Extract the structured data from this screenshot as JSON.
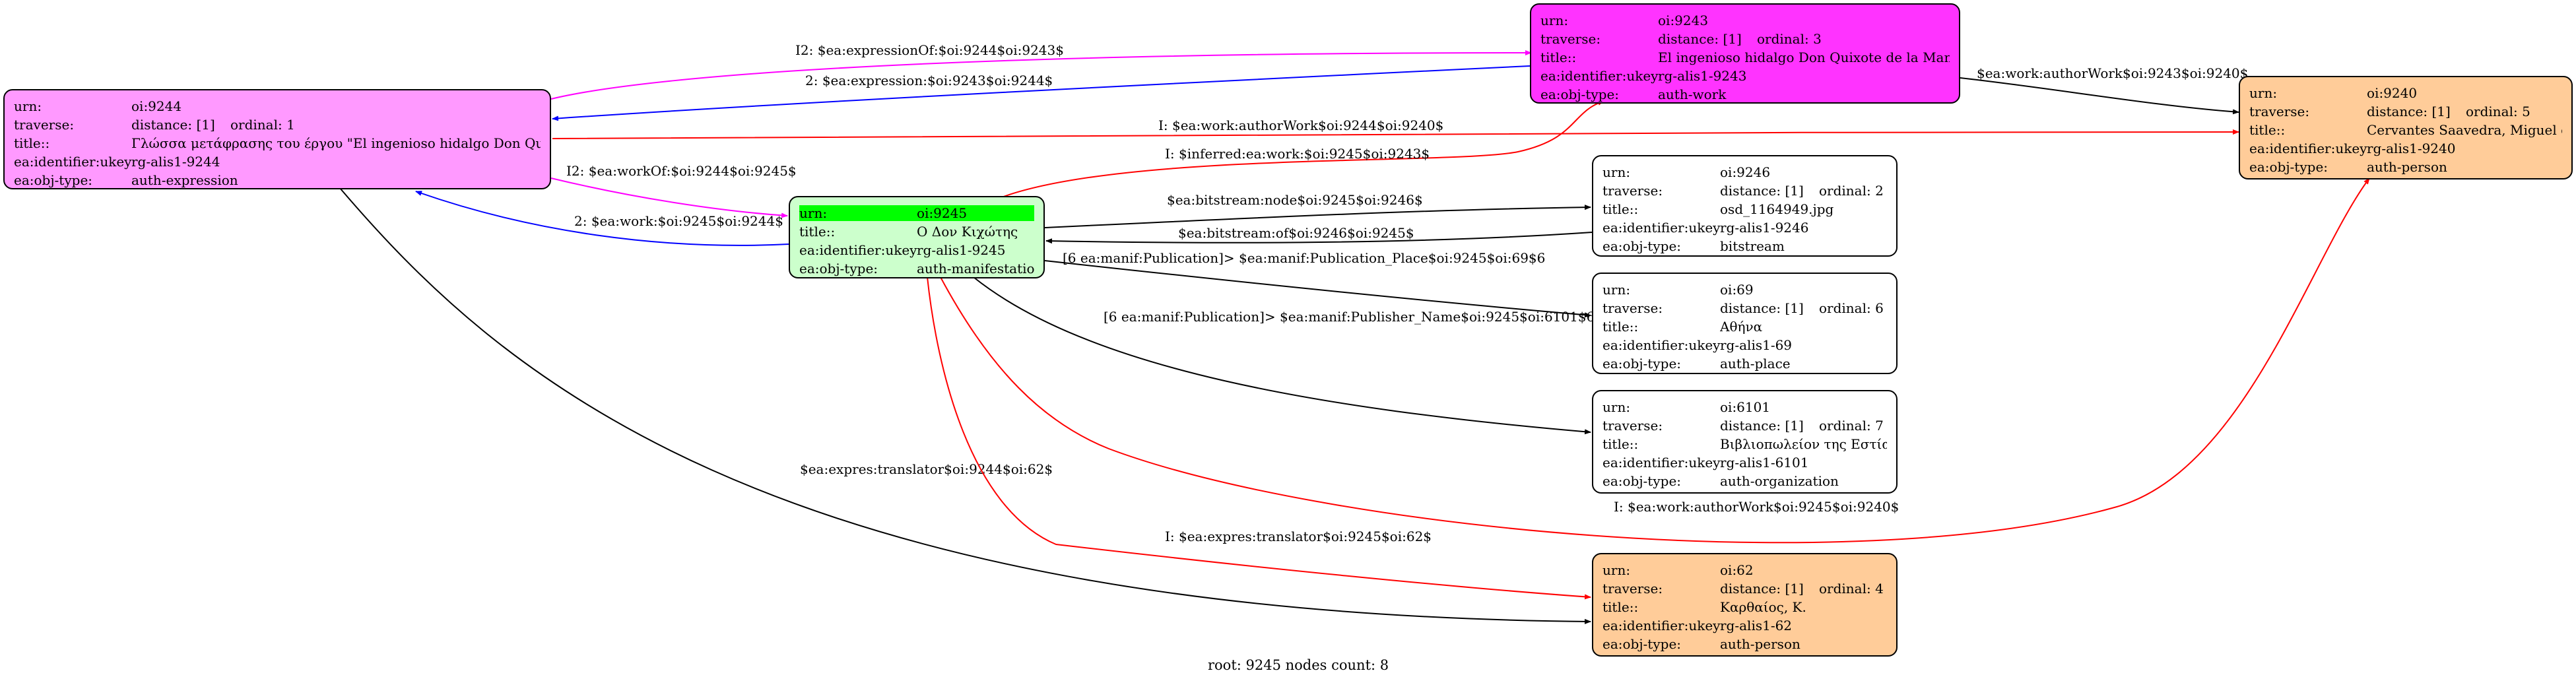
{
  "field_labels": {
    "urn": "urn:",
    "traverse": "traverse:",
    "title": "title::",
    "identifier": "ea:identifier:ukey",
    "objtype": "ea:obj-type:"
  },
  "colors": {
    "expression": "#ff99ff",
    "work": "#ff33ff",
    "manifestation": "#ccffcc",
    "manifestation_highlight": "#00ff00",
    "person": "#ffcc99",
    "plain": "#ffffff",
    "edge_magenta": "#ff00ff",
    "edge_blue": "#0000ff",
    "edge_red": "#ff0000",
    "edge_black": "#000000"
  },
  "nodes": {
    "n9244": {
      "urn": "oi:9244",
      "distance": "distance: [1]",
      "ordinal": "ordinal: 1",
      "title": "Γλώσσα μετάφρασης του έργου \"El ingenioso hidalgo Don Quix...",
      "identifier": "rg-alis1-9244",
      "objtype": "auth-expression"
    },
    "n9243": {
      "urn": "oi:9243",
      "distance": "distance: [1]",
      "ordinal": "ordinal: 3",
      "title": "El ingenioso hidalgo Don Quixote de la Mancha",
      "identifier": "rg-alis1-9243",
      "objtype": "auth-work"
    },
    "n9240": {
      "urn": "oi:9240",
      "distance": "distance: [1]",
      "ordinal": "ordinal: 5",
      "title": "Cervantes Saavedra, Miguel de",
      "identifier": "rg-alis1-9240",
      "objtype": "auth-person"
    },
    "n9245": {
      "urn": "oi:9245",
      "title": "Ο Δον Κιχώτης",
      "identifier": "rg-alis1-9245",
      "objtype": "auth-manifestation"
    },
    "n9246": {
      "urn": "oi:9246",
      "distance": "distance: [1]",
      "ordinal": "ordinal: 2",
      "title": "osd_1164949.jpg",
      "identifier": "rg-alis1-9246",
      "objtype": "bitstream"
    },
    "n69": {
      "urn": "oi:69",
      "distance": "distance: [1]",
      "ordinal": "ordinal: 6",
      "title": "Αθήνα",
      "identifier": "rg-alis1-69",
      "objtype": "auth-place"
    },
    "n6101": {
      "urn": "oi:6101",
      "distance": "distance: [1]",
      "ordinal": "ordinal: 7",
      "title": "Βιβλιοπωλείον της Εστίας",
      "identifier": "rg-alis1-6101",
      "objtype": "auth-organization"
    },
    "n62": {
      "urn": "oi:62",
      "distance": "distance: [1]",
      "ordinal": "ordinal: 4",
      "title": "Καρθαίος, Κ.",
      "identifier": "rg-alis1-62",
      "objtype": "auth-person"
    }
  },
  "edges": {
    "e1": "I2: $ea:expressionOf:$oi:9244$oi:9243$",
    "e2": "2: $ea:expression:$oi:9243$oi:9244$",
    "e3": "$ea:work:authorWork$oi:9243$oi:9240$",
    "e4": "I: $ea:work:authorWork$oi:9244$oi:9240$",
    "e5": "I2: $ea:workOf:$oi:9244$oi:9245$",
    "e6": "I: $inferred:ea:work:$oi:9245$oi:9243$",
    "e7": "2: $ea:work:$oi:9245$oi:9244$",
    "e8": "$ea:bitstream:node$oi:9245$oi:9246$",
    "e9": "$ea:bitstream:of$oi:9246$oi:9245$",
    "e10": "[6 ea:manif:Publication]> $ea:manif:Publication_Place$oi:9245$oi:69$6",
    "e11": "[6 ea:manif:Publication]> $ea:manif:Publisher_Name$oi:9245$oi:6101$6",
    "e12": "$ea:expres:translator$oi:9244$oi:62$",
    "e13": "I: $ea:expres:translator$oi:9245$oi:62$",
    "e14": "I: $ea:work:authorWork$oi:9245$oi:9240$"
  },
  "footer": "root: 9245 nodes count: 8"
}
